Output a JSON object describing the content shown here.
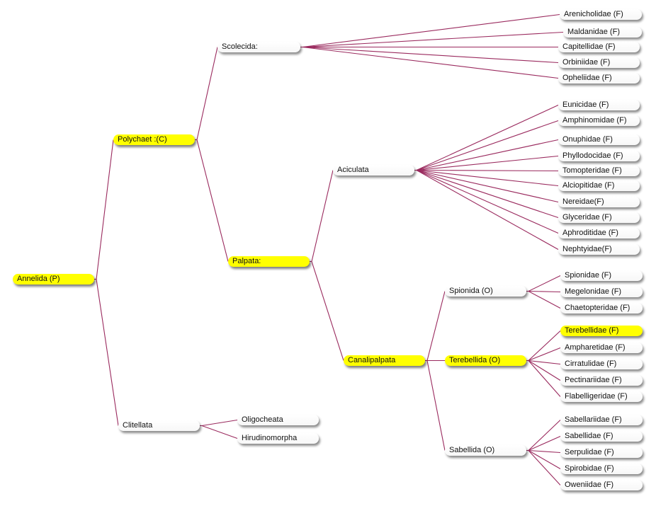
{
  "colors": {
    "highlight": "#ffff00",
    "link": "#9a2a5e"
  },
  "nodes": [
    {
      "id": "annelida",
      "label": "Annelida (P)",
      "highlighted": true
    },
    {
      "id": "polychaet",
      "label": "Polychaet :(C)",
      "highlighted": true
    },
    {
      "id": "clitellata",
      "label": "Clitellata",
      "highlighted": false
    },
    {
      "id": "scolecida",
      "label": "Scolecida:",
      "highlighted": false
    },
    {
      "id": "palpata",
      "label": "Palpata:",
      "highlighted": true
    },
    {
      "id": "oligocheata",
      "label": "Oligocheata",
      "highlighted": false
    },
    {
      "id": "hirudinomorpha",
      "label": "Hirudinomorpha",
      "highlighted": false
    },
    {
      "id": "aciculata",
      "label": "Aciculata",
      "highlighted": false
    },
    {
      "id": "canalipalpata",
      "label": "Canalipalpata",
      "highlighted": true
    },
    {
      "id": "spionida",
      "label": "Spionida (O)",
      "highlighted": false
    },
    {
      "id": "terebellida",
      "label": "Terebellida (O)",
      "highlighted": true
    },
    {
      "id": "sabellida",
      "label": "Sabellida (O)",
      "highlighted": false
    },
    {
      "id": "arenicholidae",
      "label": "Arenicholidae (F)",
      "highlighted": false
    },
    {
      "id": "maldanidae",
      "label": "Maldanidae (F)",
      "highlighted": false
    },
    {
      "id": "capitellidae",
      "label": "Capitellidae (F)",
      "highlighted": false
    },
    {
      "id": "orbiniidae",
      "label": "Orbiniidae (F)",
      "highlighted": false
    },
    {
      "id": "opheliidae",
      "label": "Opheliidae (F)",
      "highlighted": false
    },
    {
      "id": "eunicidae",
      "label": "Eunicidae (F)",
      "highlighted": false
    },
    {
      "id": "amphinomidae",
      "label": "Amphinomidae (F)",
      "highlighted": false
    },
    {
      "id": "onuphidae",
      "label": "Onuphidae (F)",
      "highlighted": false
    },
    {
      "id": "phyllodocidae",
      "label": "Phyllodocidae (F)",
      "highlighted": false
    },
    {
      "id": "tomopteridae",
      "label": "Tomopteridae (F)",
      "highlighted": false
    },
    {
      "id": "alciopitidae",
      "label": "Alciopitidae (F)",
      "highlighted": false
    },
    {
      "id": "nereidae",
      "label": "Nereidae(F)",
      "highlighted": false
    },
    {
      "id": "glyceridae",
      "label": "Glyceridae (F)",
      "highlighted": false
    },
    {
      "id": "aphroditidae",
      "label": "Aphroditidae (F)",
      "highlighted": false
    },
    {
      "id": "nephtyidae",
      "label": "Nephtyidae(F)",
      "highlighted": false
    },
    {
      "id": "spionidae",
      "label": "Spionidae (F)",
      "highlighted": false
    },
    {
      "id": "megelonidae",
      "label": "Megelonidae (F)",
      "highlighted": false
    },
    {
      "id": "chaetopteridae",
      "label": "Chaetopteridae (F)",
      "highlighted": false
    },
    {
      "id": "terebellidae",
      "label": "Terebellidae (F)",
      "highlighted": true
    },
    {
      "id": "ampharetidae",
      "label": "Ampharetidae (F)",
      "highlighted": false
    },
    {
      "id": "cirratulidae",
      "label": "Cirratulidae (F)",
      "highlighted": false
    },
    {
      "id": "pectinariidae",
      "label": "Pectinariidae (F)",
      "highlighted": false
    },
    {
      "id": "flabelligeridae",
      "label": "Flabelligeridae (F)",
      "highlighted": false
    },
    {
      "id": "sabellariidae",
      "label": "Sabellariidae (F)",
      "highlighted": false
    },
    {
      "id": "sabellidae",
      "label": "Sabellidae (F)",
      "highlighted": false
    },
    {
      "id": "serpulidae",
      "label": "Serpulidae (F)",
      "highlighted": false
    },
    {
      "id": "spirobidae",
      "label": "Spirobidae (F)",
      "highlighted": false
    },
    {
      "id": "oweniidae",
      "label": "Oweniidae (F)",
      "highlighted": false
    }
  ],
  "edges": [
    [
      "annelida",
      "polychaet"
    ],
    [
      "annelida",
      "clitellata"
    ],
    [
      "polychaet",
      "scolecida"
    ],
    [
      "polychaet",
      "palpata"
    ],
    [
      "clitellata",
      "oligocheata"
    ],
    [
      "clitellata",
      "hirudinomorpha"
    ],
    [
      "scolecida",
      "arenicholidae"
    ],
    [
      "scolecida",
      "maldanidae"
    ],
    [
      "scolecida",
      "capitellidae"
    ],
    [
      "scolecida",
      "orbiniidae"
    ],
    [
      "scolecida",
      "opheliidae"
    ],
    [
      "palpata",
      "aciculata"
    ],
    [
      "palpata",
      "canalipalpata"
    ],
    [
      "aciculata",
      "eunicidae"
    ],
    [
      "aciculata",
      "amphinomidae"
    ],
    [
      "aciculata",
      "onuphidae"
    ],
    [
      "aciculata",
      "phyllodocidae"
    ],
    [
      "aciculata",
      "tomopteridae"
    ],
    [
      "aciculata",
      "alciopitidae"
    ],
    [
      "aciculata",
      "nereidae"
    ],
    [
      "aciculata",
      "glyceridae"
    ],
    [
      "aciculata",
      "aphroditidae"
    ],
    [
      "aciculata",
      "nephtyidae"
    ],
    [
      "canalipalpata",
      "spionida"
    ],
    [
      "canalipalpata",
      "terebellida"
    ],
    [
      "canalipalpata",
      "sabellida"
    ],
    [
      "spionida",
      "spionidae"
    ],
    [
      "spionida",
      "megelonidae"
    ],
    [
      "spionida",
      "chaetopteridae"
    ],
    [
      "terebellida",
      "terebellidae"
    ],
    [
      "terebellida",
      "ampharetidae"
    ],
    [
      "terebellida",
      "cirratulidae"
    ],
    [
      "terebellida",
      "pectinariidae"
    ],
    [
      "terebellida",
      "flabelligeridae"
    ],
    [
      "sabellida",
      "sabellariidae"
    ],
    [
      "sabellida",
      "sabellidae"
    ],
    [
      "sabellida",
      "serpulidae"
    ],
    [
      "sabellida",
      "spirobidae"
    ],
    [
      "sabellida",
      "oweniidae"
    ]
  ]
}
